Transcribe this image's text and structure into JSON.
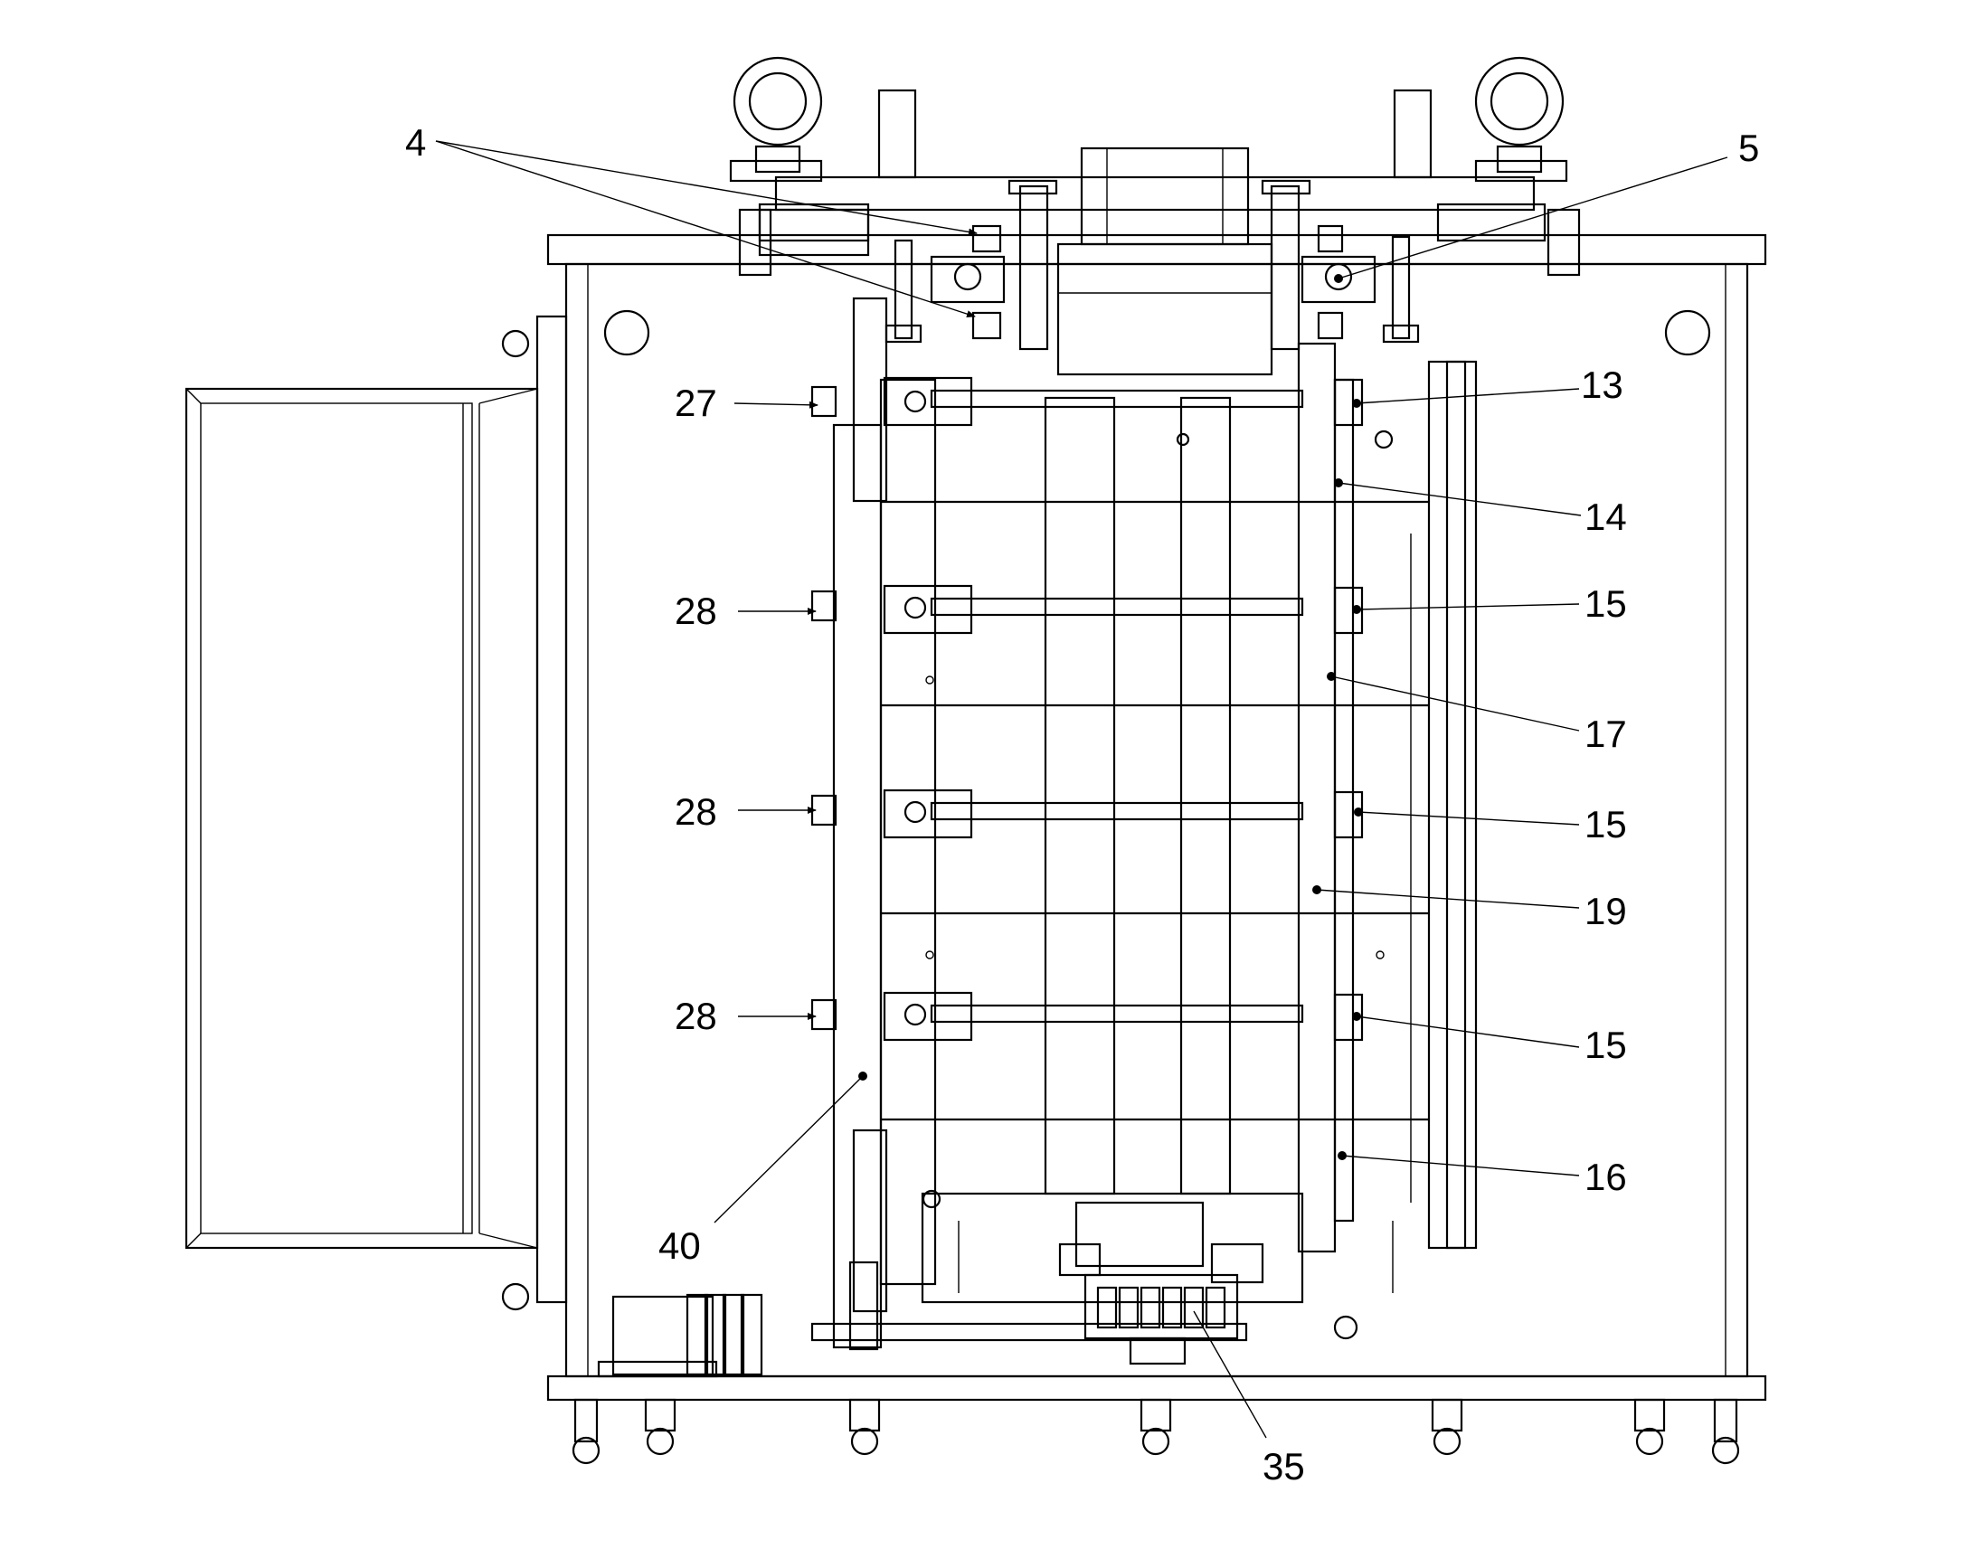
{
  "drawing": {
    "line_color": "#000000",
    "background": "#ffffff"
  },
  "callouts": {
    "c4": "4",
    "c5": "5",
    "c13": "13",
    "c14": "14",
    "c15a": "15",
    "c15b": "15",
    "c15c": "15",
    "c16": "16",
    "c17": "17",
    "c19": "19",
    "c27": "27",
    "c28a": "28",
    "c28b": "28",
    "c28c": "28",
    "c35": "35",
    "c40": "40"
  }
}
